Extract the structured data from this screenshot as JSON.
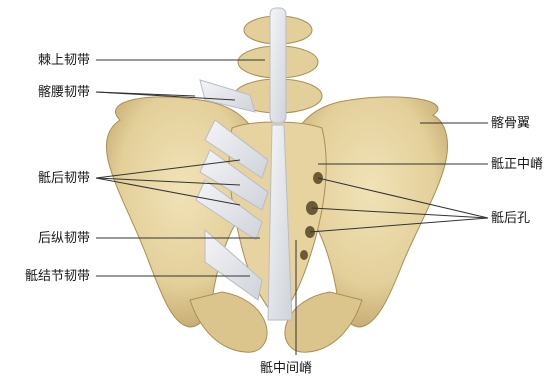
{
  "figure": {
    "labels": {
      "supraspinous_ligament": "棘上韧带",
      "iliolumbar_ligament": "髂腰韧带",
      "posterior_sacroiliac_ligament": "骶后韧带",
      "posterior_longitudinal_ligament": "后纵韧带",
      "sacrotuberous_ligament": "骶结节韧带",
      "ilium_wing": "髂骨翼",
      "median_sacral_crest": "骶正中嵴",
      "posterior_sacral_foramina": "骶后孔",
      "intermediate_sacral_crest": "骶中间嵴"
    },
    "colors": {
      "bone": "#e8d6a6",
      "bone_shadow": "#c9b27a",
      "bone_dark": "#a88f55",
      "ligament": "#e6e7ea",
      "ligament_edge": "#b8bcc4",
      "leader_line": "#333333"
    }
  }
}
